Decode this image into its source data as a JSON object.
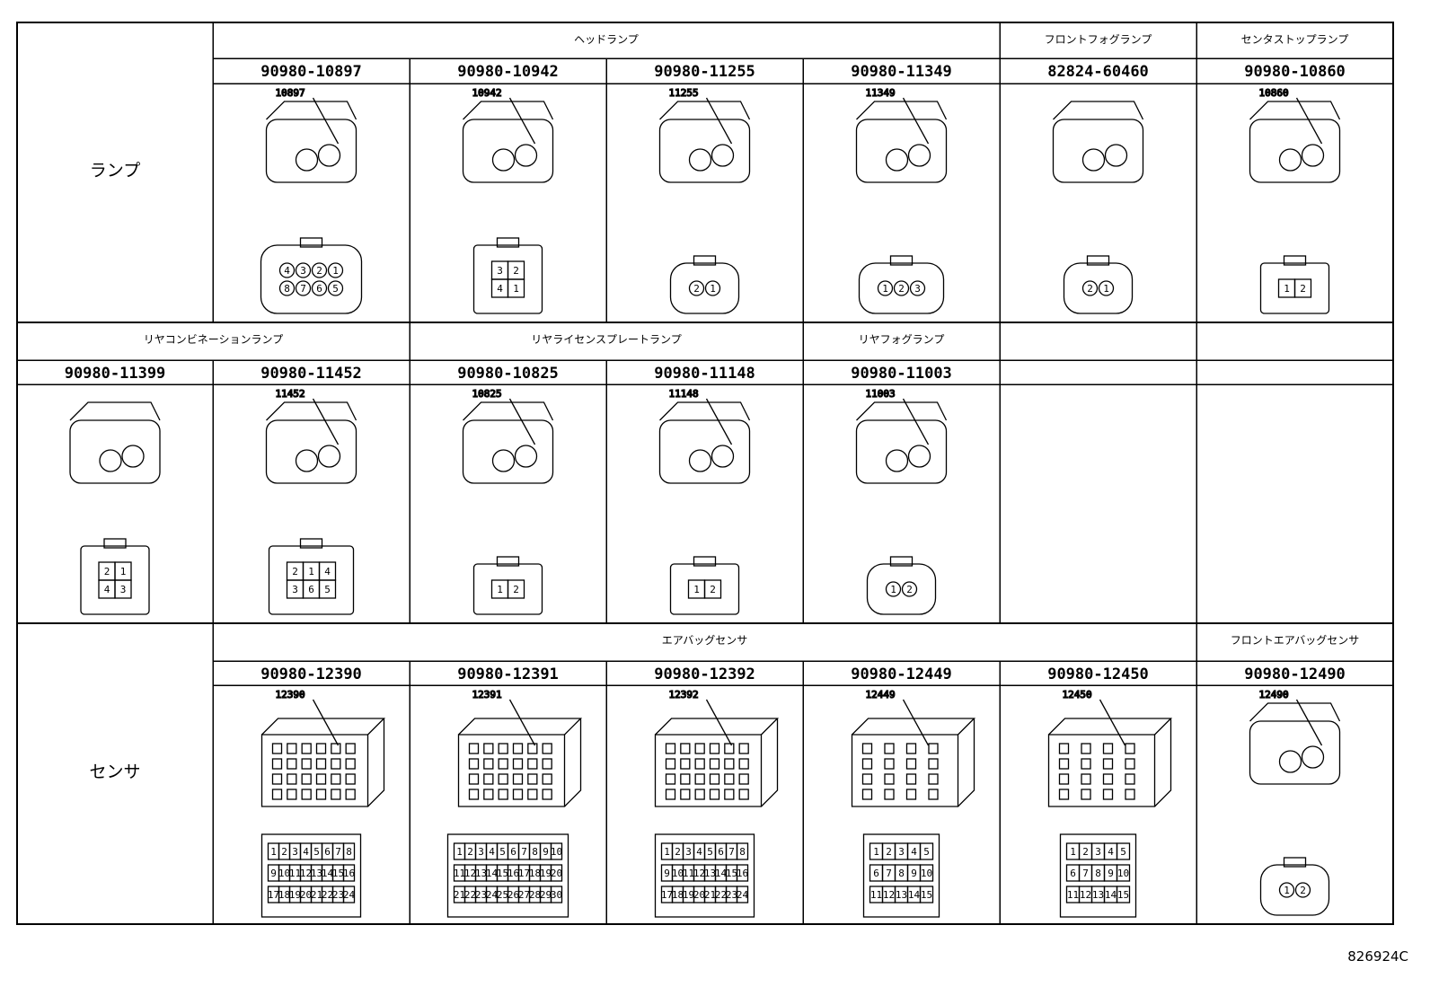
{
  "rows": [
    {
      "label": "ランプ",
      "groups": [
        {
          "name": "ヘッドランプ",
          "span": 4
        },
        {
          "name": "フロントフォグランプ",
          "span": 1
        },
        {
          "name": "センタストップランプ",
          "span": 1
        }
      ],
      "cells": [
        {
          "part_no": "90980-10897",
          "callout": "10897",
          "shape": "round",
          "pins": [
            "4",
            "3",
            "2",
            "1",
            "8",
            "7",
            "6",
            "5"
          ]
        },
        {
          "part_no": "90980-10942",
          "callout": "10942",
          "shape": "box",
          "pins": [
            "3",
            "2",
            "4",
            "1"
          ]
        },
        {
          "part_no": "90980-11255",
          "callout": "11255",
          "shape": "round",
          "pins": [
            "2",
            "1"
          ]
        },
        {
          "part_no": "90980-11349",
          "callout": "11349",
          "shape": "oval",
          "pins": [
            "1",
            "2",
            "3"
          ]
        },
        {
          "part_no": "82824-60460",
          "callout": "",
          "shape": "round",
          "pins": [
            "2",
            "1"
          ]
        },
        {
          "part_no": "90980-10860",
          "callout": "10860",
          "shape": "box",
          "pins": [
            "1",
            "2"
          ]
        }
      ]
    },
    {
      "label": "",
      "groups": [
        {
          "name": "リヤコンビネーションランプ",
          "span": 2
        },
        {
          "name": "リヤライセンスプレートランプ",
          "span": 2
        },
        {
          "name": "リヤフォグランプ",
          "span": 1
        },
        {
          "name": "",
          "span": 1
        },
        {
          "name": "",
          "span": 1
        }
      ],
      "cells": [
        {
          "part_no": "90980-11399",
          "callout": "",
          "shape": "box",
          "pins": [
            "2",
            "1",
            "4",
            "3"
          ]
        },
        {
          "part_no": "90980-11452",
          "callout": "11452",
          "shape": "box",
          "pins": [
            "2",
            "1",
            "4",
            "3",
            "6",
            "5"
          ]
        },
        {
          "part_no": "90980-10825",
          "callout": "10825",
          "shape": "box",
          "pins": [
            "1",
            "2"
          ]
        },
        {
          "part_no": "90980-11148",
          "callout": "11148",
          "shape": "box",
          "pins": [
            "1",
            "2"
          ]
        },
        {
          "part_no": "90980-11003",
          "callout": "11003",
          "shape": "round",
          "pins": [
            "1",
            "2"
          ]
        },
        {
          "part_no": "",
          "callout": "",
          "shape": "none",
          "pins": []
        },
        {
          "part_no": "",
          "callout": "",
          "shape": "none",
          "pins": []
        }
      ]
    },
    {
      "label": "センサ",
      "groups": [
        {
          "name": "エアバッグセンサ",
          "span": 5
        },
        {
          "name": "フロントエアバッグセンサ",
          "span": 1
        }
      ],
      "cells": [
        {
          "part_no": "90980-12390",
          "callout": "12390",
          "shape": "grid",
          "grid": {
            "cols": 8,
            "rows": 3,
            "count": 24
          }
        },
        {
          "part_no": "90980-12391",
          "callout": "12391",
          "shape": "grid",
          "grid": {
            "cols": 10,
            "rows": 3,
            "count": 30
          }
        },
        {
          "part_no": "90980-12392",
          "callout": "12392",
          "shape": "grid",
          "grid": {
            "cols": 8,
            "rows": 3,
            "count": 24
          }
        },
        {
          "part_no": "90980-12449",
          "callout": "12449",
          "shape": "grid",
          "grid": {
            "cols": 5,
            "rows": 3,
            "count": 15
          }
        },
        {
          "part_no": "90980-12450",
          "callout": "12450",
          "shape": "grid",
          "grid": {
            "cols": 5,
            "rows": 3,
            "count": 15
          }
        },
        {
          "part_no": "90980-12490",
          "callout": "12490",
          "shape": "round",
          "pins": [
            "1",
            "2"
          ]
        }
      ]
    }
  ],
  "doc_id": "826924C"
}
